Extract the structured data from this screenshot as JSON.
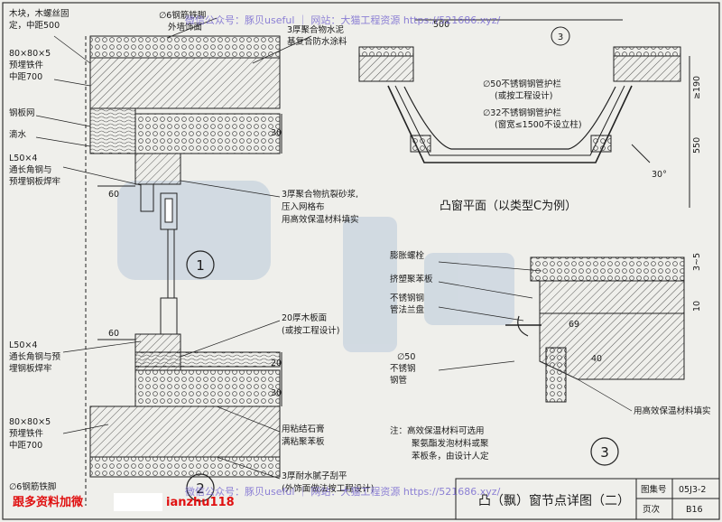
{
  "watermark": {
    "top": "微信公众号：豚贝useful ｜ 网站：大猫工程资源 https://521686.xyz/",
    "bottom": "微信公众号：豚贝useful ｜ 网站：大猫工程资源 https://521686.xyz/"
  },
  "promo": {
    "left": "跟多资料加微",
    "right": "ianzhu118"
  },
  "left_labels": {
    "l1a": "木块，木螺丝固",
    "l1b": "定，中距500",
    "l2a": "80×80×5",
    "l2b": "预埋铁件",
    "l2c": "中距700",
    "l3": "钢板网",
    "l4": "滴水",
    "l5a": "L50×4",
    "l5b": "通长角钢与",
    "l5c": "预埋钢板焊牢",
    "l6a": "L50×4",
    "l6b": "通长角钢与预",
    "l6c": "埋钢板焊牢",
    "l7a": "80×80×5",
    "l7b": "预埋铁件",
    "l7c": "中距700",
    "l8": "∅6钢筋铁脚"
  },
  "center_labels": {
    "c1": "∅6钢筋铁脚",
    "c2": "外墙饰面",
    "c3a": "3厚聚合物水泥",
    "c3b": "基复合防水涂料",
    "c4a": "3厚聚合物抗裂砂浆,",
    "c4b": "压入网格布",
    "c4c": "用高效保温材料填实",
    "c5a": "20厚木板面",
    "c5b": "(或按工程设计)",
    "c6a": "用粘结石膏",
    "c6b": "满粘聚苯板",
    "c7a": "3厚耐水腻子刮平",
    "c7b": "(外饰面做法按工程设计)",
    "dim60a": "60",
    "dim30a": "30",
    "dim60b": "60",
    "dim20": "20",
    "dim30b": "30"
  },
  "plan": {
    "title": "凸窗平面（以类型C为例）",
    "dim_top": "500",
    "a1": "∅50不锈钢钢管护栏",
    "a2": "(或按工程设计)",
    "a3": "∅32不锈钢钢管护栏",
    "a4": "(窗宽≤1500不设立柱)",
    "angle": "30°",
    "dim190": "≥190",
    "dim550": "550"
  },
  "detail3": {
    "b1": "膨胀螺栓",
    "b2": "挤塑聚苯板",
    "b3a": "不锈钢钢",
    "b3b": "管法兰盘",
    "b4a": "∅50",
    "b4b": "不锈钢",
    "b4c": "钢管",
    "b5": "用高效保温材料填实",
    "dim69": "69",
    "dim40": "40",
    "dim3_5": "3~5",
    "dim10": "10",
    "n1": "注：高效保温材料可选用",
    "n2": "聚氨酯发泡材料或聚",
    "n3": "苯板条，由设计人定"
  },
  "circles": {
    "c1": "1",
    "c2": "2",
    "c3": "3",
    "c_ref": "3"
  },
  "title_block": {
    "title": "凸（飘）窗节点详图（二）",
    "set_label": "图集号",
    "set_no": "05J3-2",
    "page_label": "页次",
    "page_no": "B16"
  }
}
